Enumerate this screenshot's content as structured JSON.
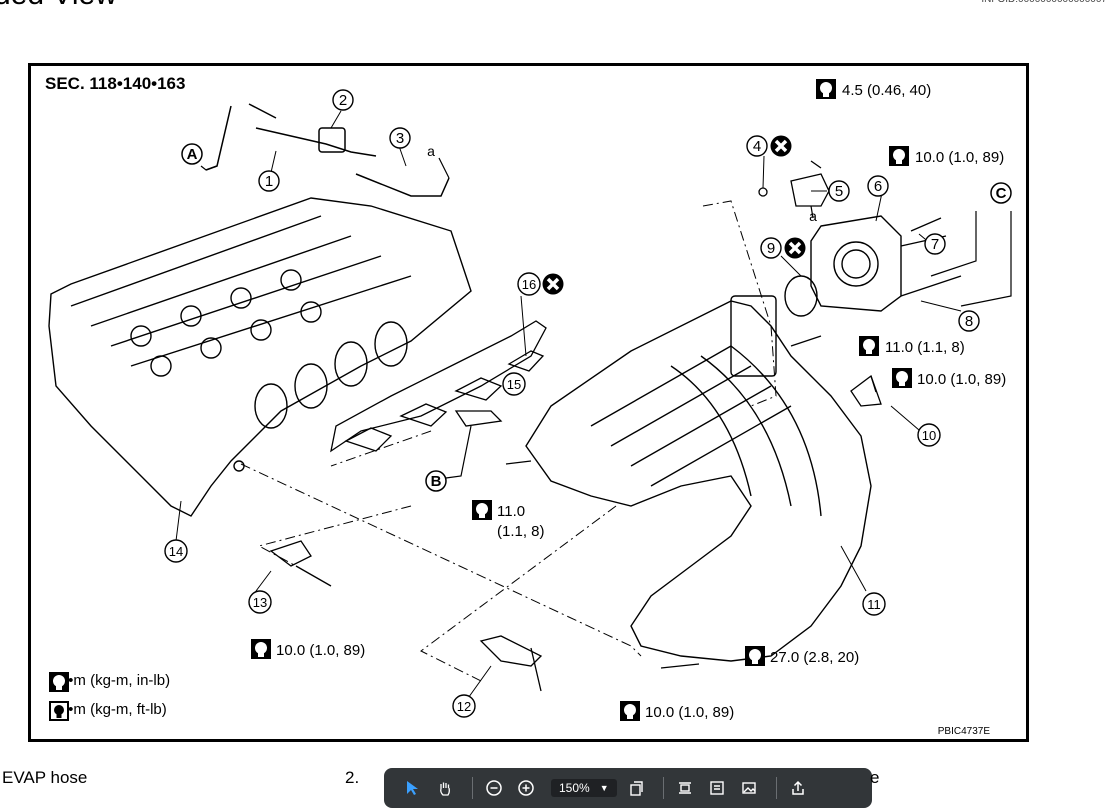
{
  "page": {
    "heading": "ded View",
    "ref_id": "INFOID:0000000000000007"
  },
  "diagram": {
    "section_title": "SEC. 118•140•163",
    "code": "PBIC4737E",
    "callout_letters": [
      "A",
      "B",
      "C",
      "a"
    ],
    "part_numbers": [
      "1",
      "2",
      "3",
      "4",
      "5",
      "6",
      "7",
      "8",
      "9",
      "10",
      "11",
      "12",
      "13",
      "14",
      "15",
      "16"
    ],
    "torque_specs": {
      "t1": "4.5 (0.46, 40)",
      "t2": "10.0 (1.0, 89)",
      "t3": "11.0 (1.1, 8)",
      "t4": "10.0 (1.0, 89)",
      "t5_line1": "11.0",
      "t5_line2": "(1.1, 8)",
      "t6": "10.0 (1.0, 89)",
      "t7": "27.0 (2.8, 20)",
      "t8": "10.0 (1.0, 89)"
    },
    "legend": {
      "in_lb": ": N•m (kg-m, in-lb)",
      "ft_lb": ": N•m (kg-m, ft-lb)"
    }
  },
  "below": {
    "left_text": "EVAP hose",
    "step_number": "2.",
    "right_fragment": "e"
  },
  "toolbar": {
    "zoom_level": "150%",
    "icons": [
      "select-arrow-icon",
      "hand-pan-icon",
      "zoom-out-icon",
      "zoom-in-icon",
      "rotate-page-icon",
      "fit-page-icon",
      "page-view-icon",
      "image-icon",
      "share-icon"
    ]
  },
  "colors": {
    "toolbar_bg": "#323639",
    "line": "#000000"
  }
}
